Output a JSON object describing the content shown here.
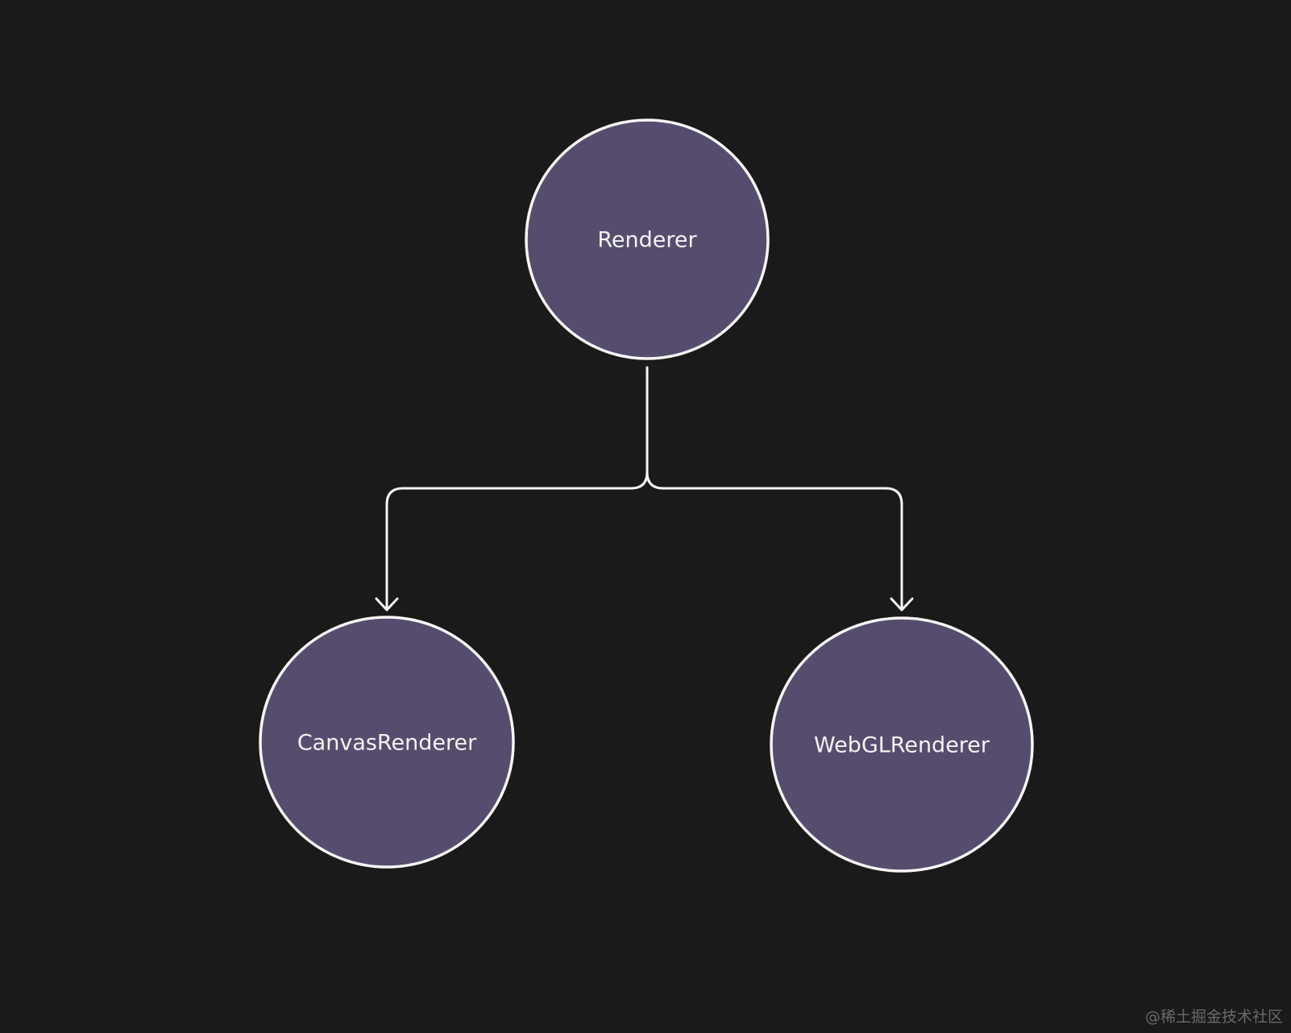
{
  "diagram": {
    "background": "#1a1a1a",
    "node_fill": "#564d6e",
    "node_stroke": "#f5f5f5",
    "edge_color": "#f5f5f5",
    "nodes": {
      "root": {
        "label": "Renderer"
      },
      "left": {
        "label": "CanvasRenderer"
      },
      "right": {
        "label": "WebGLRenderer"
      }
    },
    "edges": [
      {
        "from": "Renderer",
        "to": "CanvasRenderer"
      },
      {
        "from": "Renderer",
        "to": "WebGLRenderer"
      }
    ]
  },
  "watermark": "@稀土掘金技术社区"
}
